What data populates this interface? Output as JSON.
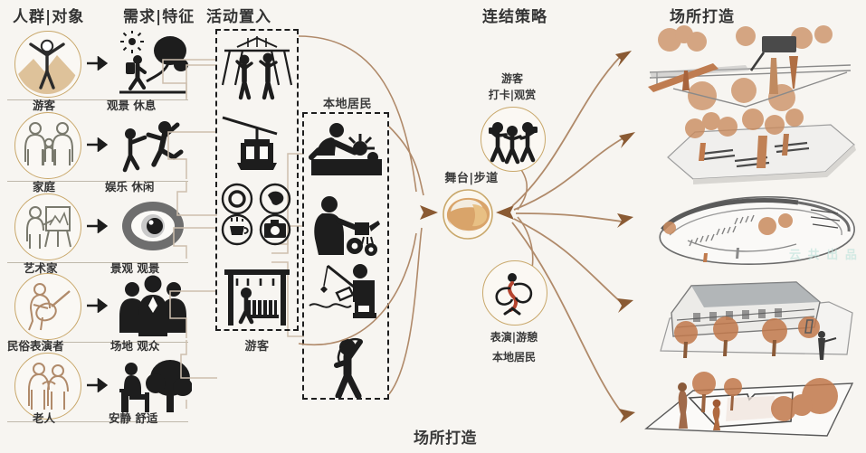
{
  "page": {
    "background": "#f7f5f1",
    "accent_circle": "#c9a86b",
    "accent_render": "#c07c4e",
    "ink": "#1d1d1d"
  },
  "headings": {
    "col1": "人群|对象",
    "col2": "需求|特征",
    "col3": "活动置入",
    "col4": "连结策略",
    "col5": "场所打造"
  },
  "personas": [
    {
      "id": "tourist",
      "who": "游客",
      "who_icon": "tourist-arms-raised-icon",
      "need": "观景 休息",
      "need_icon": "hiker-tree-sun-icon"
    },
    {
      "id": "family",
      "who": "家庭",
      "who_icon": "family-parents-child-icon",
      "need": "娱乐 休闲",
      "need_icon": "adult-child-playing-icon"
    },
    {
      "id": "artist",
      "who": "艺术家",
      "who_icon": "painter-easel-icon",
      "need": "景观 观景",
      "need_icon": "eye-icon"
    },
    {
      "id": "folk-performer",
      "who": "民俗表演者",
      "who_icon": "guitar-performer-icon",
      "need": "场地 观众",
      "need_icon": "audience-crowd-icon"
    },
    {
      "id": "elderly",
      "who": "老人",
      "who_icon": "two-elderly-people-icon",
      "need": "安静 舒适",
      "need_icon": "seated-person-tree-icon"
    }
  ],
  "activity_groups": [
    {
      "id": "tourist-activities",
      "label": "游客",
      "label_position": "bottom",
      "items": [
        {
          "icon": "zipline-adventure-icon",
          "name": "ropes-course"
        },
        {
          "icon": "cable-car-icon",
          "name": "cable-car"
        },
        {
          "icon": "social-media-badges-icon",
          "name": "checkin-badges"
        },
        {
          "icon": "pergola-bench-icon",
          "name": "shaded-seating"
        }
      ]
    },
    {
      "id": "local-resident-activities",
      "label": "本地居民",
      "label_position": "top",
      "items": [
        {
          "icon": "farming-planting-icon",
          "name": "planting"
        },
        {
          "icon": "woman-watering-flowers-icon",
          "name": "gardening"
        },
        {
          "icon": "fishing-person-icon",
          "name": "fishing"
        },
        {
          "icon": "dancing-person-ribbon-icon",
          "name": "folk-dance"
        }
      ]
    }
  ],
  "center_node": {
    "label": "舞台|步道",
    "icon": "stage-walkway-blob-icon"
  },
  "strategies": [
    {
      "id": "tourist-strategy",
      "line1": "游客",
      "line2": "打卡|观赏",
      "icon": "three-people-photo-icon"
    },
    {
      "id": "resident-strategy",
      "line1": "表演|游憩",
      "line2": "本地居民",
      "icon": "dancer-ribbon-icon"
    }
  ],
  "renders": [
    {
      "id": "elevated-walkway",
      "name": "elevated-walkway-render"
    },
    {
      "id": "terraced-plaza",
      "name": "terraced-plaza-render"
    },
    {
      "id": "oval-amphitheatre",
      "name": "oval-amphitheatre-render"
    },
    {
      "id": "pavilion-building",
      "name": "pavilion-building-render"
    },
    {
      "id": "open-garden-deck",
      "name": "open-garden-deck-render"
    }
  ],
  "footer": {
    "caption": "场所打造"
  },
  "watermark": {
    "text": "云 共 出 品"
  }
}
